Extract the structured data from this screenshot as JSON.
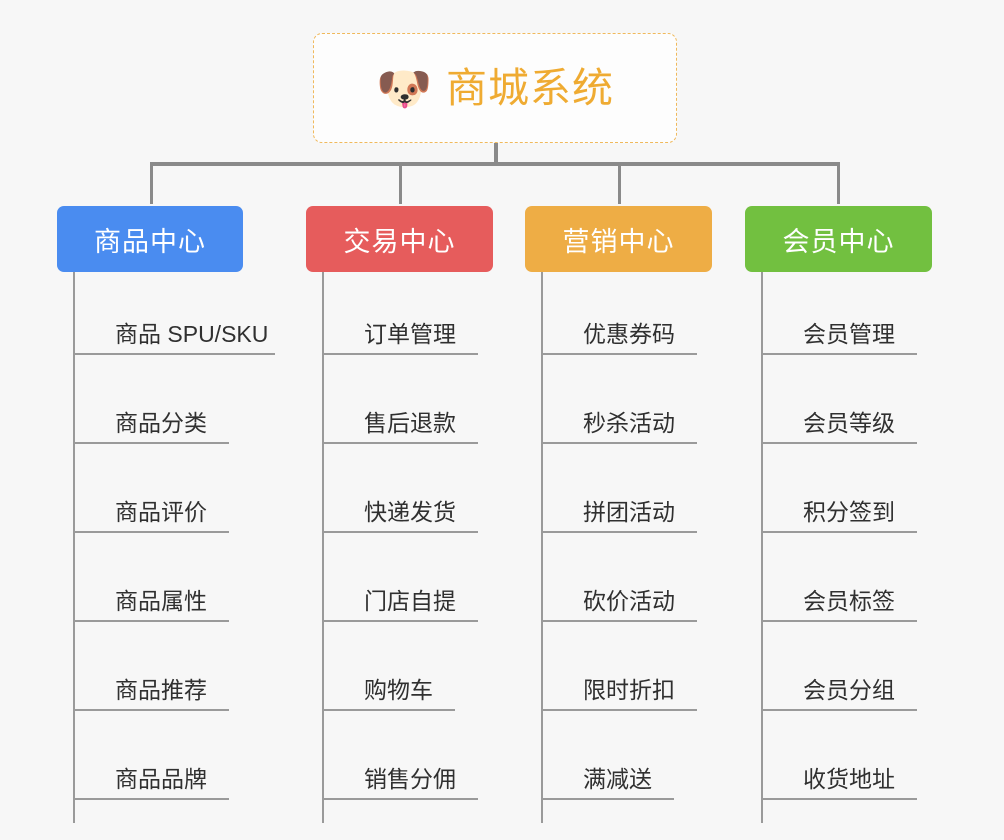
{
  "diagram": {
    "type": "org-chart",
    "title": "商城系统",
    "root": {
      "label": "商城系统",
      "icon": "shiba-inu-emoji",
      "glyph": "🐶",
      "text_color": "#efab32",
      "border_color": "#f0b95c",
      "background": "#fdfdfd"
    },
    "background_color": "#f7f7f7",
    "connector_color": "#8a8a8a",
    "rule_color": "#9a9a9a",
    "leaf_text_color": "#303030",
    "columns": [
      {
        "label": "商品中心",
        "color": "#4a8cf0",
        "items": [
          "商品 SPU/SKU",
          "商品分类",
          "商品评价",
          "商品属性",
          "商品推荐",
          "商品品牌"
        ]
      },
      {
        "label": "交易中心",
        "color": "#e65c5c",
        "items": [
          "订单管理",
          "售后退款",
          "快递发货",
          "门店自提",
          "购物车",
          "销售分佣"
        ]
      },
      {
        "label": "营销中心",
        "color": "#eead45",
        "items": [
          "优惠券码",
          "秒杀活动",
          "拼团活动",
          "砍价活动",
          "限时折扣",
          "满减送"
        ]
      },
      {
        "label": "会员中心",
        "color": "#72c040",
        "items": [
          "会员管理",
          "会员等级",
          "积分签到",
          "会员标签",
          "会员分组",
          "收货地址"
        ]
      }
    ]
  }
}
